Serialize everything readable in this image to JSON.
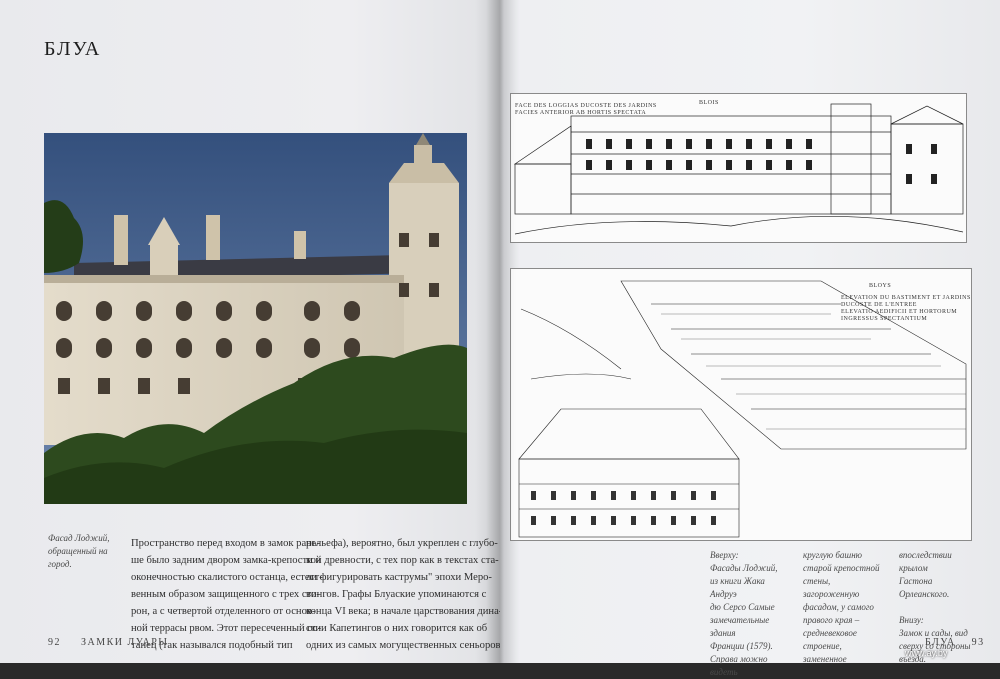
{
  "left_page": {
    "chapter_title": "БЛУА",
    "photo_caption": [
      "Фасад Лоджий,",
      "обращенный на город."
    ],
    "body_col1": [
      "Пространство перед входом в замок рань-",
      "ше было задним двором замка-крепости и",
      "оконечностью скалистого останца, естест-",
      "венным образом защищенного с трех сто-",
      "рон, а с четвертой отделенного от основ-",
      "ной террасы рвом. Этот пересеченный ос-",
      "танец (так назывался подобный тип"
    ],
    "body_col2": [
      "рельефа), вероятно, был укреплен с глубо-",
      "кой древности, с тех пор как в текстах ста-",
      "ли фигурировать каструмы\" эпохи Меро-",
      "вингов. Графы Блуаские упоминаются с",
      "конца VI века; в начале царствования дина-",
      "стии Капетингов о них говорится как об",
      "одних из самых могущественных сеньоров"
    ],
    "folio_number": "92",
    "folio_title": "ЗАМКИ ЛУАРЫ"
  },
  "right_page": {
    "top_engraving": {
      "title": "BLOIS",
      "note_line1": "FACE DES LOGGIAS DUCOSTE DES JARDINS",
      "note_line2": "FACIES ANTERIOR AB HORTIS SPECTATA"
    },
    "bottom_engraving": {
      "title": "BLOYS",
      "note_line1": "ELEVATION DU BASTIMENT ET JARDINS",
      "note_line2": "DUCOSTE DE L'ENTREE",
      "note_line3": "ELEVATIO AEDIFICII ET HORTORUM",
      "note_line4": "INGRESSUS SPECTANTIUM"
    },
    "caption_col1": [
      "Вверху:",
      "Фасады Лоджий,",
      "из книги Жака Андруэ",
      "дю Серсо Самые",
      "замечательные здания",
      "Франции (1579).",
      "Справа можно видеть"
    ],
    "caption_col2": [
      "круглую башню",
      "старой крепостной",
      "стены, загороженную",
      "фасадом, у самого",
      "правого края –",
      "средневековое",
      "строение, замененное"
    ],
    "caption_col3": [
      "впоследствии крылом",
      "Гастона Орлеанского.",
      "",
      "Внизу:",
      "Замок и сады, вид",
      "сверху со стороны",
      "въезда."
    ],
    "folio_title": "БЛУА",
    "folio_number": "93"
  },
  "watermark": "www.ay.by",
  "colors": {
    "sky": "#3d5a88",
    "stone": "#ddd5c3",
    "foliage": "#2d4a1e",
    "paper": "#f0f1f3"
  }
}
